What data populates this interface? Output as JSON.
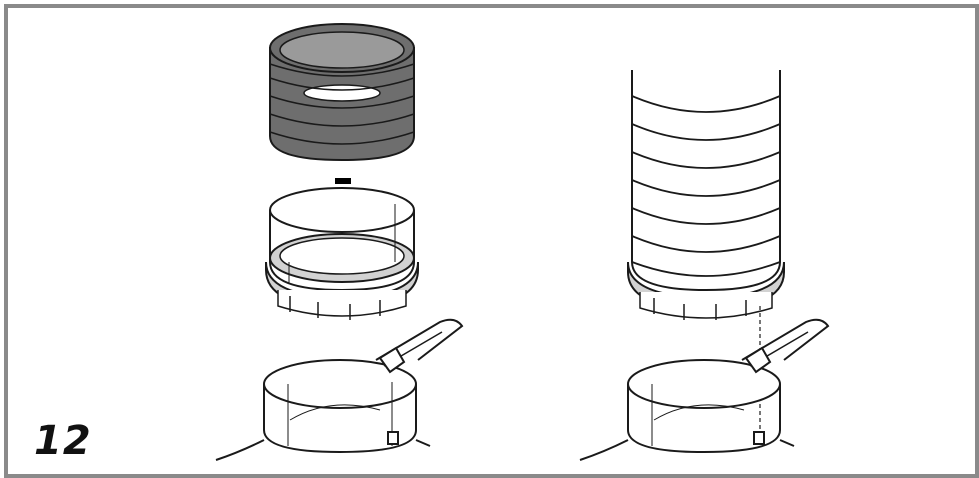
{
  "step_number": "12",
  "colors": {
    "frame": "#8a8a8a",
    "hose_dark": "#6e6e6e",
    "collar_gray": "#d2d2d2",
    "line": "#1a1a1a",
    "arrow": "#000000"
  },
  "panels": [
    {
      "name": "before",
      "description_icon": "hose-insertion-arrow-icon"
    },
    {
      "name": "after",
      "description_icon": "hose-fitted-alignment-icon"
    }
  ]
}
